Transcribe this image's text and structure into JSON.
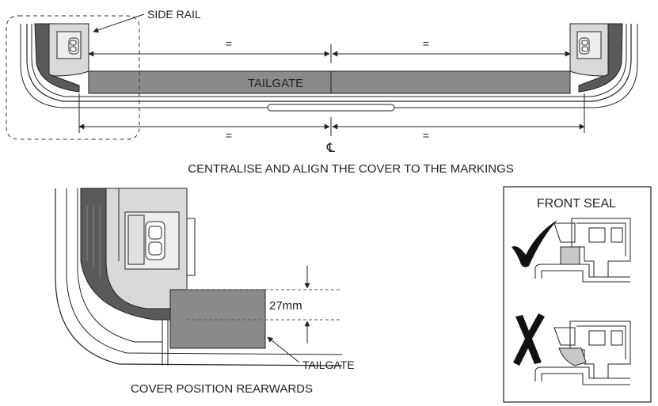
{
  "labels": {
    "side_rail": "SIDE RAIL",
    "equal": "=",
    "tailgate": "TAILGATE",
    "centreline": "℄",
    "centralise_instruction": "CENTRALISE AND ALIGN THE COVER TO THE MARKINGS",
    "measurement_27mm": "27mm",
    "cover_position_rearwards": "COVER POSITION REARWARDS",
    "front_seal": "FRONT SEAL"
  },
  "symbols": {
    "correct": "check-mark-icon",
    "incorrect": "cross-mark-icon"
  },
  "colors": {
    "tailgate_fill": "#8a8a8a",
    "rail_fill": "#d9d9d9",
    "dark_fill": "#5a5a5a",
    "seal_good": "#c8c8c8",
    "line": "#222222"
  }
}
